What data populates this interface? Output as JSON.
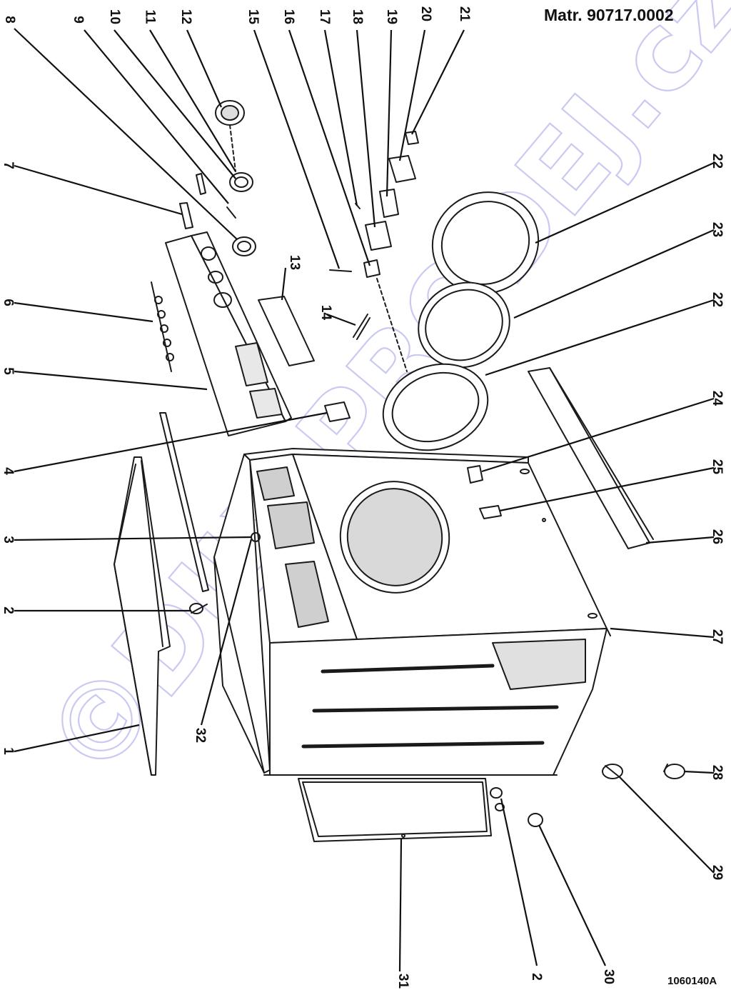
{
  "header": {
    "material_number": "Matr. 90717.0002"
  },
  "footer": {
    "drawing_code": "1060140A"
  },
  "watermark": {
    "text": "©DILY-PRODEJ.cz"
  },
  "callouts": [
    {
      "id": "c8",
      "label": "8"
    },
    {
      "id": "c9",
      "label": "9"
    },
    {
      "id": "c10",
      "label": "10"
    },
    {
      "id": "c11",
      "label": "11"
    },
    {
      "id": "c12",
      "label": "12"
    },
    {
      "id": "c15",
      "label": "15"
    },
    {
      "id": "c16",
      "label": "16"
    },
    {
      "id": "c17",
      "label": "17"
    },
    {
      "id": "c18",
      "label": "18"
    },
    {
      "id": "c19",
      "label": "19"
    },
    {
      "id": "c20",
      "label": "20"
    },
    {
      "id": "c21",
      "label": "21"
    },
    {
      "id": "c7",
      "label": "7"
    },
    {
      "id": "c6",
      "label": "6"
    },
    {
      "id": "c5",
      "label": "5"
    },
    {
      "id": "c4",
      "label": "4"
    },
    {
      "id": "c3",
      "label": "3"
    },
    {
      "id": "c2a",
      "label": "2"
    },
    {
      "id": "c1",
      "label": "1"
    },
    {
      "id": "c32",
      "label": "32"
    },
    {
      "id": "c13",
      "label": "13"
    },
    {
      "id": "c14",
      "label": "14"
    },
    {
      "id": "c22a",
      "label": "22"
    },
    {
      "id": "c23",
      "label": "23"
    },
    {
      "id": "c22b",
      "label": "22"
    },
    {
      "id": "c24",
      "label": "24"
    },
    {
      "id": "c25",
      "label": "25"
    },
    {
      "id": "c26",
      "label": "26"
    },
    {
      "id": "c27",
      "label": "27"
    },
    {
      "id": "c28",
      "label": "28"
    },
    {
      "id": "c29",
      "label": "29"
    },
    {
      "id": "c30",
      "label": "30"
    },
    {
      "id": "c2b",
      "label": "2"
    },
    {
      "id": "c31",
      "label": "31"
    }
  ]
}
